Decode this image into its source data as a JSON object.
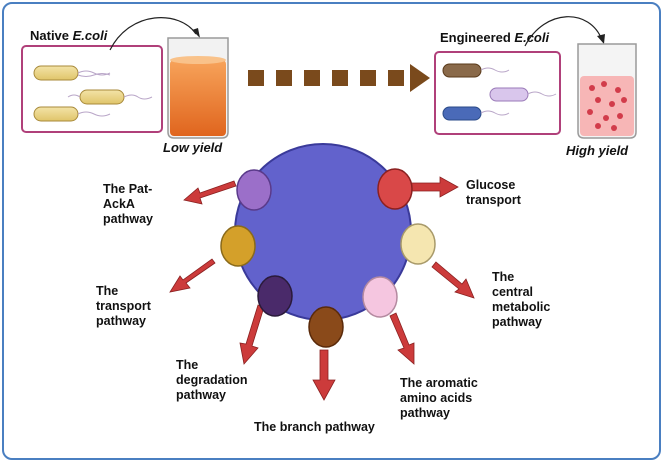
{
  "header": {
    "native": {
      "prefix": "Native ",
      "italic": "E.coli"
    },
    "engineered": {
      "prefix": "Engineered ",
      "italic": "E.coli"
    },
    "low_yield": "Low yield",
    "high_yield": "High yield"
  },
  "colors": {
    "frame": "#4a7fc1",
    "cell_body": "#6262cc",
    "arrow": "#cc3b3b",
    "box_border": "#b0407a",
    "dashed_arrow": "#7a4a1c"
  },
  "pathways": [
    {
      "id": "pat-acka",
      "label": "The Pat-\nAckA\npathway",
      "node_color": "#9b6fc9"
    },
    {
      "id": "glucose",
      "label": "Glucose\ntransport",
      "node_color": "#d94848"
    },
    {
      "id": "transport",
      "label": "The\ntransport\npathway",
      "node_color": "#d4a02a"
    },
    {
      "id": "central",
      "label": "The\ncentral\nmetabolic\npathway",
      "node_color": "#f5e6b0"
    },
    {
      "id": "degradation",
      "label": "The\ndegradation\npathway",
      "node_color": "#4a2a6a"
    },
    {
      "id": "branch",
      "label": "The branch pathway",
      "node_color": "#8a4a1a"
    },
    {
      "id": "aromatic",
      "label": "The aromatic\namino acids\npathway",
      "node_color": "#f5c6e0"
    }
  ]
}
